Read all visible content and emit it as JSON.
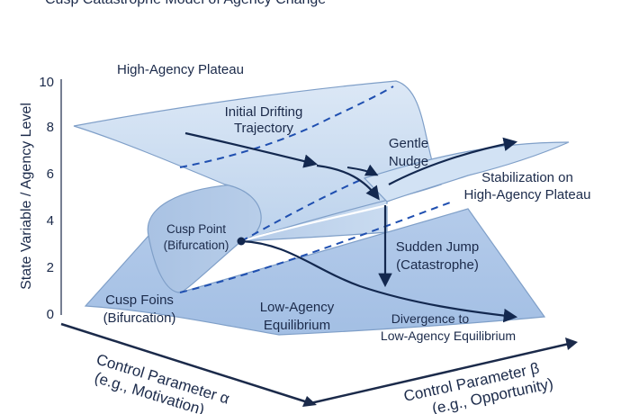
{
  "header_text": "Cusp Catastrophe Model of Agency Change",
  "y_axis": {
    "label": "State Variable / Agency Level",
    "ticks": [
      "0",
      "2",
      "4",
      "6",
      "8",
      "10"
    ]
  },
  "axes": {
    "alpha_line1": "Control Parameter α",
    "alpha_line2": "(e.g., Motivation)",
    "beta_line1": "Control Parameter β",
    "beta_line2": "(e.g., Opportunity)"
  },
  "labels": {
    "high_plateau": "High-Agency Plateau",
    "initial_line1": "Initial Drifting",
    "initial_line2": "Trajectory",
    "nudge_line1": "Gentle",
    "nudge_line2": "Nudge",
    "stab_line1": "Stabilization on",
    "stab_line2": "High-Agency Plateau",
    "cusp_point_line1": "Cusp Point",
    "cusp_point_line2": "(Bifurcation)",
    "jump_line1": "Sudden Jump",
    "jump_line2": "(Catastrophe)",
    "cusp_foins_line1": "Cusp Foins",
    "cusp_foins_line2": "(Bifurcation)",
    "low_eq_line1": "Low-Agency",
    "low_eq_line2": "Equilibrium",
    "div_line1": "Divergence to",
    "div_line2": "Low-Agency Equilibrium"
  },
  "colors": {
    "surface_top": "#cfe0f3",
    "surface_mid": "#b8cfeb",
    "surface_low": "#a9c4e6",
    "edge": "#7f9fc8",
    "arrow": "#13284f",
    "dashed": "#1f4fb0",
    "text": "#1b2a4a"
  }
}
